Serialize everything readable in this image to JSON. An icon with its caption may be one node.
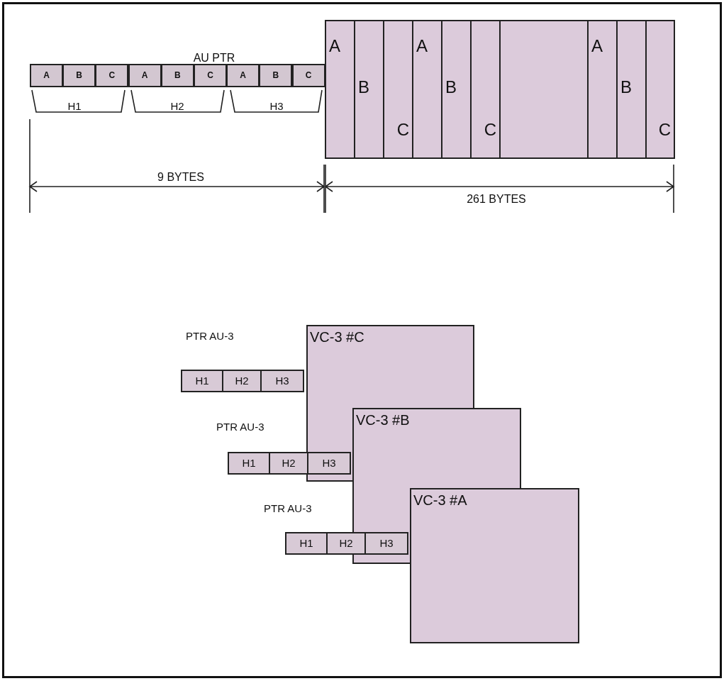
{
  "diagram": {
    "nodes": [
      {
        "text": [
          "A"
        ]
      },
      {
        "text": [
          "B"
        ]
      },
      {
        "text": [
          "C"
        ]
      },
      {
        "text": [
          "A"
        ]
      },
      {
        "text": [
          "B"
        ]
      },
      {
        "text": [
          "C"
        ]
      },
      {
        "text": [
          "A"
        ]
      },
      {
        "text": [
          "B"
        ]
      },
      {
        "text": [
          "C"
        ]
      },
      {
        "text": [
          "A"
        ]
      },
      {
        "text": [
          "B"
        ]
      },
      {
        "text": [
          "C"
        ]
      },
      {
        "text": [
          "A"
        ]
      },
      {
        "text": [
          "B"
        ]
      },
      {
        "text": [
          "C"
        ]
      },
      {
        "text": [],
        "shape": "box"
      },
      {
        "text": [
          "A"
        ]
      },
      {
        "text": [
          "B"
        ]
      },
      {
        "text": [
          "C"
        ]
      },
      {
        "text": [
          "VC-3 #C"
        ]
      },
      {
        "text": [
          "H1"
        ]
      },
      {
        "text": [
          "H2"
        ]
      },
      {
        "text": [
          "H3"
        ]
      },
      {
        "text": [
          "VC-3 #B"
        ]
      },
      {
        "text": [
          "H1"
        ]
      },
      {
        "text": [
          "H2"
        ]
      },
      {
        "text": [
          "H3"
        ]
      },
      {
        "text": [
          "VC-3 #A"
        ]
      },
      {
        "text": [
          "H1"
        ]
      },
      {
        "text": [
          "H2"
        ]
      },
      {
        "text": [
          "H3"
        ]
      }
    ],
    "labels": [
      "AU PTR",
      "H1",
      "H2",
      "H3",
      "9 BYTES",
      "261 BYTES",
      "PTR AU-3",
      "PTR AU-3",
      "PTR AU-3"
    ]
  }
}
